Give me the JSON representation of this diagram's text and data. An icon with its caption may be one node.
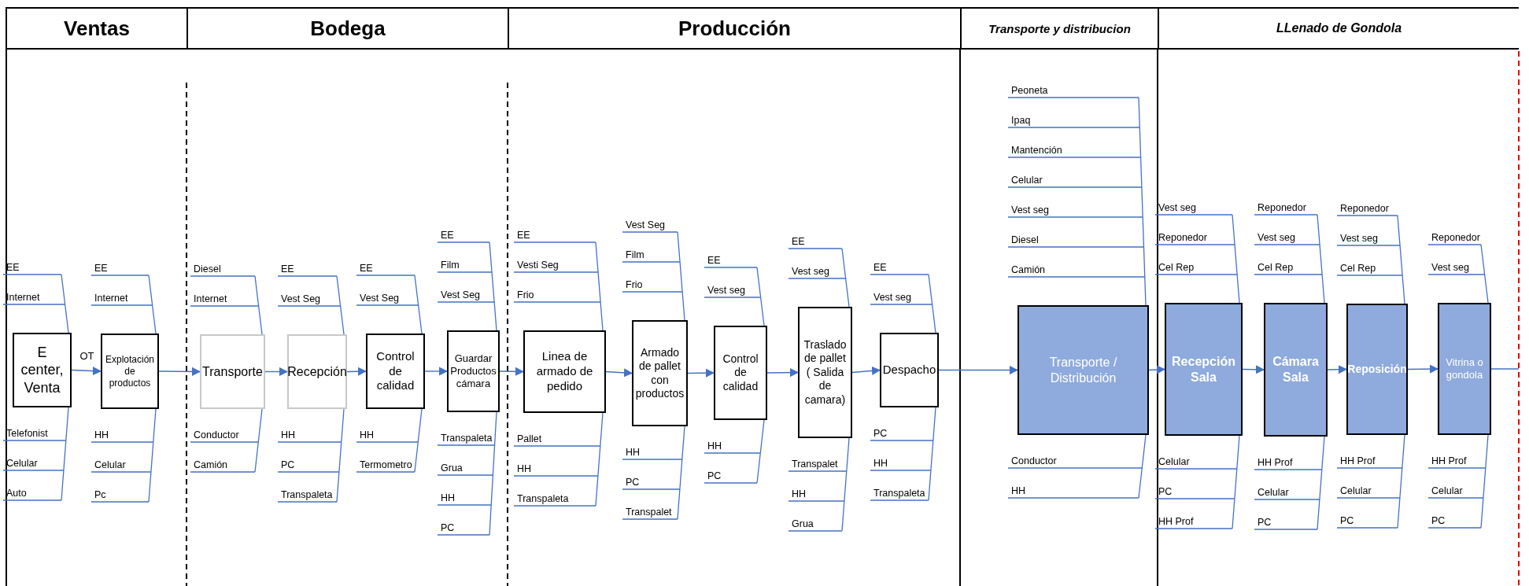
{
  "diagram": {
    "nodes": [
      {
        "text": [
          "Ventas"
        ]
      },
      {
        "text": [
          "E center, Venta"
        ],
        "in": 0,
        "beside": [
          "EE",
          "Internet",
          "Telefonist",
          "Celular",
          "Auto"
        ]
      },
      {
        "text": [
          "Explotación de productos"
        ],
        "in": 0,
        "beside": [
          "EE",
          "Internet",
          "HH",
          "Celular",
          "Pc"
        ]
      },
      {
        "text": [
          "Bodega"
        ]
      },
      {
        "text": [
          "Transporte"
        ],
        "in": 3,
        "beside": [
          "Diesel",
          "Internet",
          "Conductor",
          "Camión"
        ]
      },
      {
        "text": [
          "Recepción"
        ],
        "in": 3,
        "beside": [
          "EE",
          "Vest Seg",
          "HH",
          "PC",
          "Transpaleta"
        ]
      },
      {
        "text": [
          "Control de calidad"
        ],
        "in": 3,
        "beside": [
          "EE",
          "Vest Seg",
          "HH",
          "Termometro"
        ]
      },
      {
        "text": [
          "Guardar Productos cámara"
        ],
        "in": 3,
        "beside": [
          "EE",
          "Film",
          "Vest Seg",
          "Transpaleta",
          "Grua",
          "HH",
          "PC"
        ]
      },
      {
        "text": [
          "Producción"
        ]
      },
      {
        "text": [
          "Linea de armado de pedido"
        ],
        "in": 8,
        "beside": [
          "EE",
          "Vesti Seg",
          "Frio",
          "Pallet",
          "HH",
          "Transpaleta"
        ]
      },
      {
        "text": [
          "Armado de pallet con productos"
        ],
        "in": 8,
        "beside": [
          "Vest Seg",
          "Film",
          "Frio",
          "HH",
          "PC",
          "Transpalet"
        ]
      },
      {
        "text": [
          "Control de calidad"
        ],
        "in": 8,
        "beside": [
          "EE",
          "Vest seg",
          "HH",
          "PC"
        ]
      },
      {
        "text": [
          "Traslado de pallet ( Salida de camara)"
        ],
        "in": 8,
        "beside": [
          "EE",
          "Vest seg",
          "Transpalet",
          "HH",
          "Grua"
        ]
      },
      {
        "text": [
          "Despacho"
        ],
        "in": 8,
        "beside": [
          "EE",
          "Vest seg",
          "PC",
          "HH",
          "Transpaleta"
        ]
      },
      {
        "text": [
          "Transporte y distribucion"
        ]
      },
      {
        "text": [
          "Transporte / Distribución"
        ],
        "in": 14,
        "beside": [
          "Peoneta",
          "Ipaq",
          "Mantención",
          "Celular",
          "Vest seg",
          "Diesel",
          "Camión",
          "Conductor",
          "HH"
        ]
      },
      {
        "text": [
          "LLenado de Gondola"
        ]
      },
      {
        "text": [
          "Recepción Sala"
        ],
        "in": 16,
        "beside": [
          "Vest seg",
          "Reponedor",
          "Cel Rep",
          "Celular",
          "PC",
          "HH Prof"
        ]
      },
      {
        "text": [
          "Cámara Sala"
        ],
        "in": 16,
        "beside": [
          "Reponedor",
          "Vest seg",
          "Cel Rep",
          "HH Prof",
          "Celular",
          "PC"
        ]
      },
      {
        "text": [
          "Reposición"
        ],
        "in": 16,
        "beside": [
          "Reponedor",
          "Vest seg",
          "Cel Rep",
          "HH Prof",
          "Celular",
          "PC"
        ]
      },
      {
        "text": [
          "Vitrina o gondola"
        ],
        "in": 16,
        "beside": [
          "Reponedor",
          "Vest seg",
          "HH Prof",
          "Celular",
          "PC"
        ]
      }
    ],
    "edges": [
      {
        "from": 1,
        "to": 2,
        "arrow": "to",
        "label": "OT"
      },
      {
        "from": 2,
        "to": 4,
        "arrow": "to"
      },
      {
        "from": 4,
        "to": 5,
        "arrow": "to"
      },
      {
        "from": 5,
        "to": 6,
        "arrow": "to"
      },
      {
        "from": 6,
        "to": 7,
        "arrow": "to"
      },
      {
        "from": 7,
        "to": 9,
        "arrow": "to"
      },
      {
        "from": 9,
        "to": 10,
        "arrow": "to"
      },
      {
        "from": 10,
        "to": 11,
        "arrow": "to"
      },
      {
        "from": 11,
        "to": 12,
        "arrow": "to"
      },
      {
        "from": 12,
        "to": 13,
        "arrow": "to"
      },
      {
        "from": 13,
        "to": 15,
        "arrow": "to"
      },
      {
        "from": 15,
        "to": 17,
        "arrow": "to"
      },
      {
        "from": 17,
        "to": 18,
        "arrow": "to"
      },
      {
        "from": 18,
        "to": 19,
        "arrow": "to"
      },
      {
        "from": 19,
        "to": 20,
        "arrow": "to"
      },
      {
        "from": 20,
        "to": null,
        "arrow": "none"
      }
    ]
  }
}
